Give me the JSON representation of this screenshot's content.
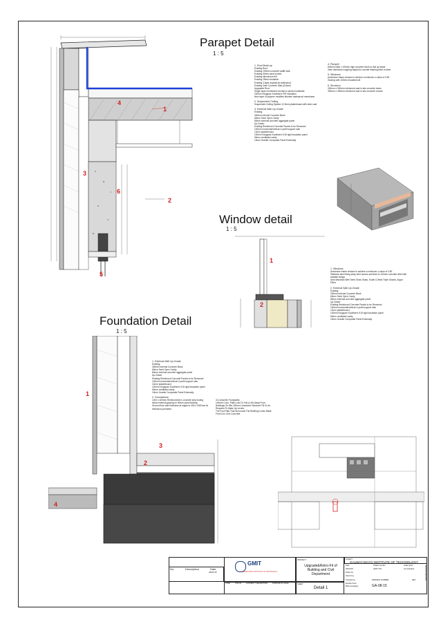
{
  "titles": {
    "parapet": "Parapet Detail",
    "parapet_scale": "1 : 5",
    "window": "Window detail",
    "window_scale": "1 : 5",
    "foundation": "Foundation Detail",
    "foundation_scale": "1 : 5"
  },
  "tags": {
    "p1": "1",
    "p2": "2",
    "p3": "3",
    "p4": "4",
    "p5": "5",
    "p6": "6",
    "w1": "1",
    "w2": "2",
    "f1": "1",
    "f2": "2",
    "f3": "3",
    "f4": "4"
  },
  "parapet_notes_left": [
    {
      "h": "1. Roof Build-up"
    },
    {
      "t": "Existing Roof:"
    },
    {
      "t": "Existing 200mm concrete waffle slab"
    },
    {
      "t": "Existing 50mm sand screed"
    },
    {
      "t": "Existing bituminous felt"
    },
    {
      "t": "Existing 25mm insulation"
    },
    {
      "t": "Existing 3 layer asphalt as waterproof"
    },
    {
      "t": "Existing 3mm Concrete Slab (Gravel)"
    },
    {
      "t": "Upgraded Roof:"
    },
    {
      "t": "Single layer membrane bonded to primed substrate"
    },
    {
      "t": "200mm Kingspan Kooltherm PIR insulation"
    },
    {
      "t": "New layer of polymer modified bitumen waterproof membrane"
    },
    {
      "h": "2. Suspended Ceiling"
    },
    {
      "t": "Suspended Ceiling System 12.5mm plasterboard with skim coat"
    },
    {
      "h": "4. External Wall Up-Grade"
    },
    {
      "t": "Existing:"
    },
    {
      "t": "330mm Internal Concrete Block"
    },
    {
      "t": "60mm Semi Open Cavity"
    },
    {
      "t": "80mm external concrete aggregate panel"
    },
    {
      "t": "Up-Grade:"
    },
    {
      "t": "Existing Reinforced Concrete Panels to be Removed"
    },
    {
      "t": "100mm horizontal/vertical U-profit support rails"
    },
    {
      "t": "12mm plasterboard"
    },
    {
      "t": "100mm Kingspan Kooltherm K15 rigid insulation panel"
    },
    {
      "t": "50mm ventilated cavity"
    },
    {
      "t": "10mm Granite Composite Panel Externally"
    }
  ],
  "parapet_notes_right": [
    {
      "h": "4. Parapet"
    },
    {
      "t": "600mm wide x 150mm high concrete block on flat up-stand"
    },
    {
      "t": "3mm aluminium capping clipped to counter flashing fixed to steel"
    },
    {
      "h": "5. Windows"
    },
    {
      "t": "Aluminium frame window to achieve a minimum u-value of 0.80"
    },
    {
      "t": "Glazing with 100mm insulated sill"
    },
    {
      "h": "6. Structure"
    },
    {
      "t": "330mm x 900mm reinforced cast in-situ concrete beam"
    },
    {
      "t": "330mm x 400mm reinforced cast in-situ concrete column"
    }
  ],
  "window_notes": [
    {
      "h": "1. Windows"
    },
    {
      "t": "Aluminium frame window to achieve a minimum u-value of 0.80"
    },
    {
      "t": "Stainless steel fixing strap bent across and fixed to 100mm concrete lintel with suitable fixings"
    },
    {
      "t": "Area Windows With Semi Gloss Glass, South & West Triple Glazed, Argon Filled"
    },
    {
      "h": "2. External Wall Up-Grade"
    },
    {
      "t": "Existing:"
    },
    {
      "t": "330mm Internal Concrete Block"
    },
    {
      "t": "60mm Semi Open Cavity"
    },
    {
      "t": "80mm external concrete aggregate panel"
    },
    {
      "t": "Up-Grade:"
    },
    {
      "t": "Existing Reinforced Concrete Panels to be Removed"
    },
    {
      "t": "100mm horizontal/vertical U-profit support rails"
    },
    {
      "t": "12mm plasterboard"
    },
    {
      "t": "100mm Kingspan Kooltherm K15 rigid insulation panel"
    },
    {
      "t": "50mm ventilated cavity"
    },
    {
      "t": "10mm Granite Composite Panel Externally"
    }
  ],
  "foundation_notes_left": [
    {
      "h": "1. External Wall Up-Grade"
    },
    {
      "t": "Existing:"
    },
    {
      "t": "330mm Internal Concrete Block"
    },
    {
      "t": "60mm Semi Open Cavity"
    },
    {
      "t": "80mm external concrete aggregate panel"
    },
    {
      "t": "Up-Grade:"
    },
    {
      "t": "Existing Reinforced Concrete Panels to be Removed"
    },
    {
      "t": "100mm horizontal/vertical U-profit support rails"
    },
    {
      "t": "12mm plasterboard"
    },
    {
      "t": "100mm Kingspan Kooltherm K15 rigid insulation panel"
    },
    {
      "t": "50mm ventilated cavity"
    },
    {
      "t": "10mm Granite Composite Panel Externally"
    },
    {
      "h": "2. Foundations"
    },
    {
      "t": "1200 x 400mm Reinforcement, concrete strip footing below external glazing on 50mm sand blinding."
    },
    {
      "t": "Ground floor slab thickness at edges to 450 x 1500mm at extension perimeter."
    }
  ],
  "foundation_notes_right": [
    {
      "h": "3.Concrete Footpaths"
    },
    {
      "t": "100mm Conc. Paths Laid To Fall (1:40) Away From Buildings On 85x 150mm Limestone Hardcore Fill Or As Required To Make Up Levels."
    },
    {
      "t": "The Foot Path That Surrounds The Building Is Also Made From Eco Cem Concrete."
    }
  ],
  "titleblock": {
    "rev_no": "No.",
    "rev_desc": "Description",
    "rev_date": "Date",
    "rev_date_val": "29/01/15",
    "logo_text": "GMIT",
    "logo_sub": "GALWAY-MAYO INSTITUTE OF TECHNOLOGY",
    "project_label": "PROJECT",
    "project": "Upgrade&Retro-Fit of Building and Civil Department",
    "client_label": "CLIENT",
    "client": "GALWAY-MAYO INSTITUTE OF TECHNOLOGY",
    "date_label": "Date",
    "date": "29/01/15",
    "project_no_label": "Project number",
    "project_no": "GMIT-ITS",
    "scale_label": "Scale @ A1",
    "scale": "As indicated",
    "drawn_label": "Drawn by",
    "drawn": "Sean Foy",
    "sheet_label": "SHEET",
    "sheet": "Detail 1",
    "drawing_no_label": "DRAWING NUMBER",
    "drawing_no": "GA-08-15",
    "rev_label": "REV",
    "checked_label": "Checked by",
    "checked": "Declan Frem",
    "checked2": "Brian Haughey",
    "code_label": "CODE",
    "status_label": "STATUS",
    "suitability_label": "SUITABILITY DESCRIPTION",
    "purpose_label": "PURPOSE OF ISSUE",
    "side_text": "29/01/2015 09:18:55"
  },
  "colors": {
    "tag": "#d0211f",
    "membrane": "#1d3fd6",
    "concrete": "#cfcfcf",
    "insulation": "#ffffff",
    "ground": "#3a3a3a"
  }
}
